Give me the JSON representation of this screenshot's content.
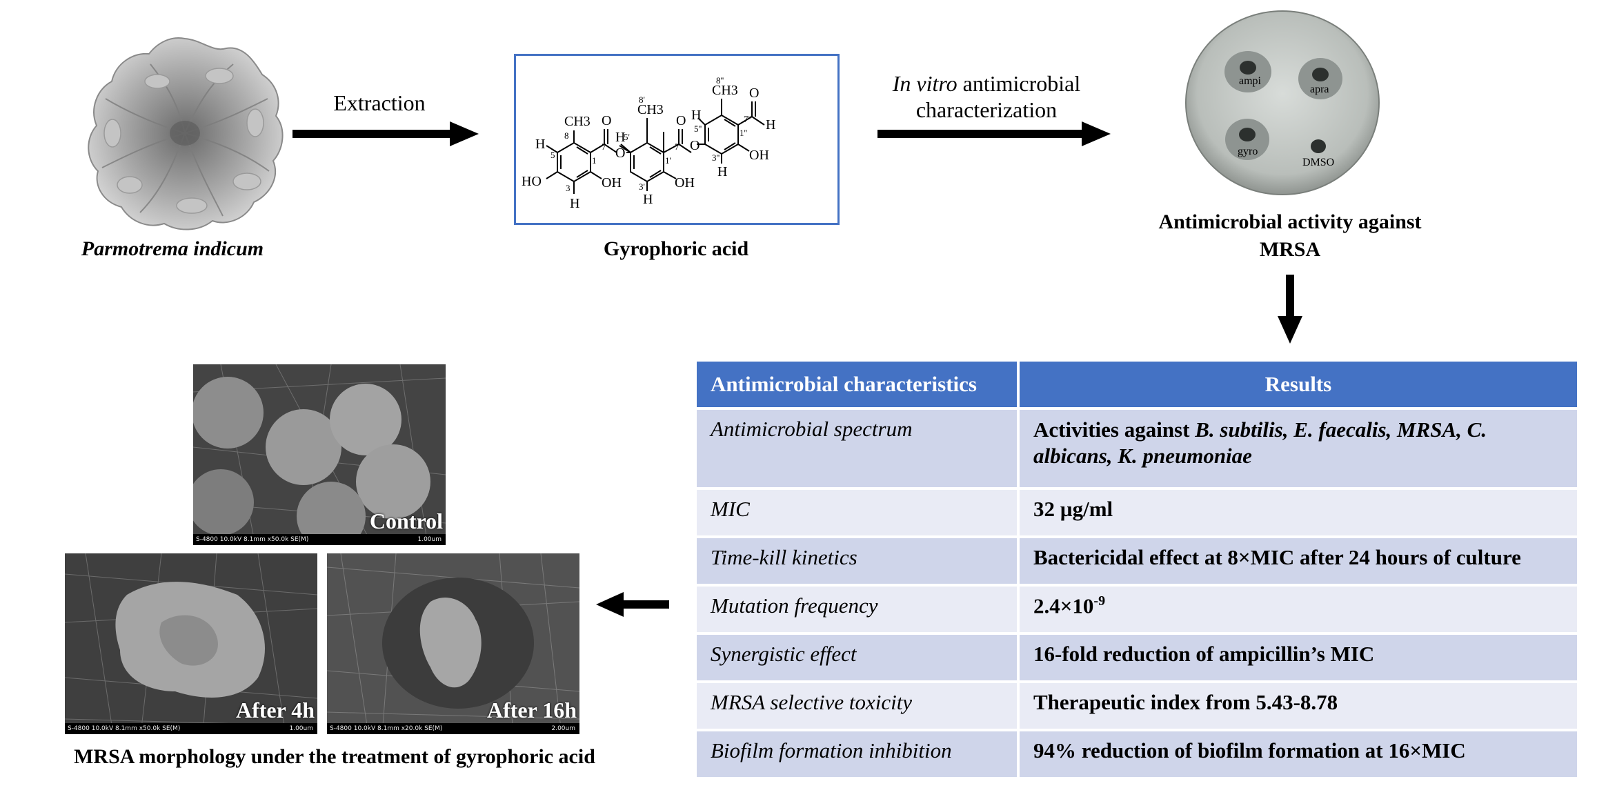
{
  "source": {
    "caption": "Parmotrema indicum"
  },
  "arrow1": {
    "label": "Extraction"
  },
  "compound": {
    "caption": "Gyrophoric acid",
    "atoms": {
      "ch3_a": "CH3",
      "ch3_b": "CH3",
      "ch3_c": "CH3",
      "o1": "O",
      "o2": "O",
      "o3": "O",
      "o4": "O",
      "o5": "O",
      "oh1": "OH",
      "oh2": "OH",
      "oh3": "OH",
      "ho": "HO",
      "oh_top": "H",
      "h1": "H",
      "h2": "H",
      "h3": "H",
      "h4": "H",
      "h5": "H",
      "h6": "H",
      "n8": "8",
      "n8p": "8'",
      "n8pp": "8''",
      "n5": "5",
      "n5p": "5'",
      "n5pp": "5''",
      "n7": "7",
      "n7p": "7'",
      "n7pp": "7''",
      "n1": "1",
      "n1p": "1'",
      "n1pp": "1''",
      "n3": "3",
      "n3p": "3'",
      "n3pp": "3''"
    }
  },
  "arrow2": {
    "label_italic": "In vitro",
    "label_rest": " antimicrobial",
    "label_line2": "characterization"
  },
  "plate": {
    "wells": [
      "ampi",
      "apra",
      "gyro",
      "DMSO"
    ],
    "caption_line1": "Antimicrobial activity against",
    "caption_line2": "MRSA"
  },
  "table": {
    "header": {
      "col1": "Antimicrobial characteristics",
      "col2": "Results"
    },
    "rows": [
      {
        "label": "Antimicrobial spectrum",
        "result_prefix": "Activities against ",
        "result_italic": "B. subtilis, E. faecalis, MRSA, C. albicans, K. pneumoniae",
        "result": ""
      },
      {
        "label": "MIC",
        "result": "32 µg/ml"
      },
      {
        "label": "Time-kill kinetics",
        "result": "Bactericidal effect at 8×MIC after 24 hours of culture"
      },
      {
        "label": "Mutation frequency",
        "result_base": "2.4×10",
        "result_sup": "-9"
      },
      {
        "label": "Synergistic effect",
        "result": "16-fold reduction of ampicillin’s MIC"
      },
      {
        "label": "MRSA selective toxicity",
        "result": "Therapeutic index from 5.43-8.78"
      },
      {
        "label": "Biofilm formation inhibition",
        "result": "94% reduction of biofilm formation at 16×MIC"
      }
    ]
  },
  "sem": {
    "control": {
      "label": "Control",
      "bar": "S-4800 10.0kV 8.1mm x50.0k SE(M)",
      "scale": "1.00um"
    },
    "after4": {
      "label": "After 4h",
      "bar": "S-4800 10.0kV 8.1mm x50.0k SE(M)",
      "scale": "1.00um"
    },
    "after16": {
      "label": "After 16h",
      "bar": "S-4800 10.0kV 8.1mm x20.0k SE(M)",
      "scale": "2.00um"
    },
    "caption": "MRSA morphology under the treatment of gyrophoric acid"
  },
  "colors": {
    "header": "#4472c4",
    "row_dark": "#cfd5ea",
    "row_light": "#e9ebf5",
    "frame": "#4472c4"
  }
}
